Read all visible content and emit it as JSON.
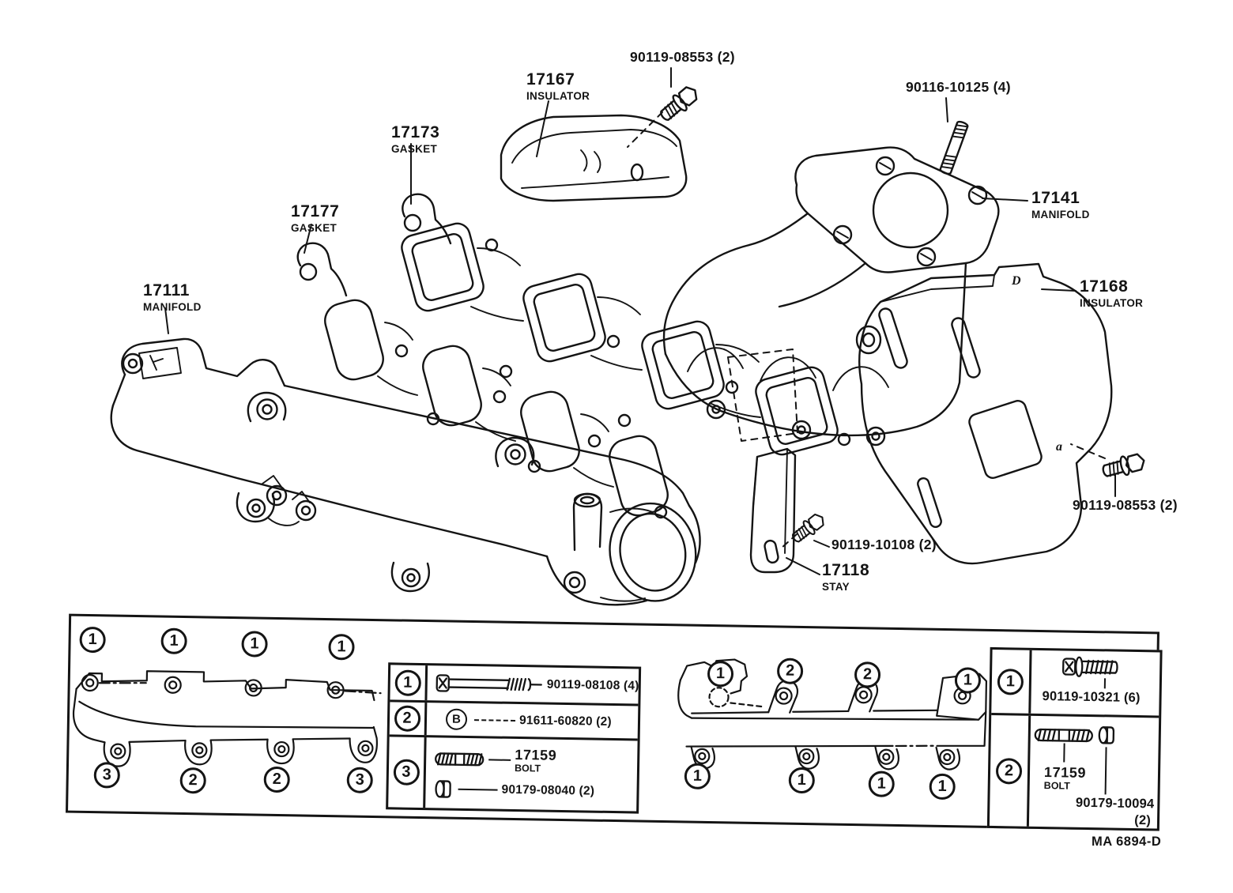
{
  "parts": [
    {
      "id": "17167",
      "name": "INSULATOR"
    },
    {
      "id": "17173",
      "name": "GASKET"
    },
    {
      "id": "17177",
      "name": "GASKET"
    },
    {
      "id": "17111",
      "name": "MANIFOLD"
    },
    {
      "id": "17141",
      "name": "MANIFOLD"
    },
    {
      "id": "17168",
      "name": "INSULATOR"
    },
    {
      "id": "17118",
      "name": "STAY"
    }
  ],
  "fasteners": {
    "top_bolt": "90119-08553 (2)",
    "head_stud": "90116-10125 (4)",
    "right_bolt": "90119-08553 (2)",
    "stay_bolt": "90119-10108 (2)"
  },
  "diagram_markers": {
    "d": "D",
    "a": "a"
  },
  "bottom_panel": {
    "left_footprint": {
      "top_marks": [
        "1",
        "1",
        "1",
        "1"
      ],
      "bottom_marks": [
        "3",
        "2",
        "2",
        "3"
      ]
    },
    "right_footprint": {
      "top_marks": [
        "1",
        "2",
        "2",
        "1"
      ],
      "bottom_marks": [
        "1",
        "1",
        "1",
        "1"
      ]
    },
    "legend_left": {
      "row1": {
        "mark": "1",
        "label": "90119-08108 (4)"
      },
      "row2": {
        "mark": "2",
        "icon_letter": "B",
        "label": "91611-60820 (2)"
      },
      "row3": {
        "mark": "3",
        "bolt_id": "17159",
        "bolt_name": "BOLT",
        "nut_label": "90179-08040 (2)"
      }
    },
    "legend_right": {
      "row1": {
        "mark": "1",
        "label": "90119-10321 (6)"
      },
      "row2": {
        "mark": "2",
        "bolt_id": "17159",
        "bolt_name": "BOLT",
        "nut_label": "90179-10094",
        "nut_qty": "(2)"
      }
    }
  },
  "footer": {
    "code": "MA 6894-D"
  }
}
